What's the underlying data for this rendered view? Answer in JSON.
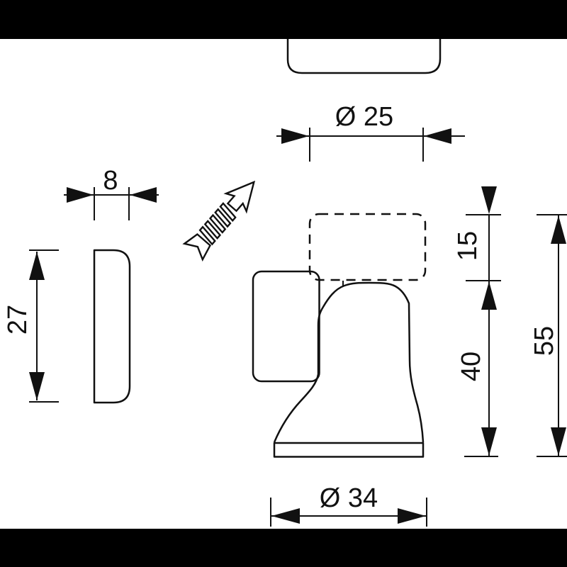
{
  "drawing": {
    "type": "technical-drawing-door-stop",
    "dimensions": {
      "top_diameter": "Ø 25",
      "profile_thickness": "8",
      "profile_height": "27",
      "buffer_height": "15",
      "body_height": "40",
      "total_height": "55",
      "base_diameter": "Ø 34"
    },
    "icons": {
      "direction_arrow": "striped-up-right-arrow"
    }
  },
  "colors": {
    "line": "#111111",
    "background": "#ffffff",
    "letterbox": "#000000"
  }
}
